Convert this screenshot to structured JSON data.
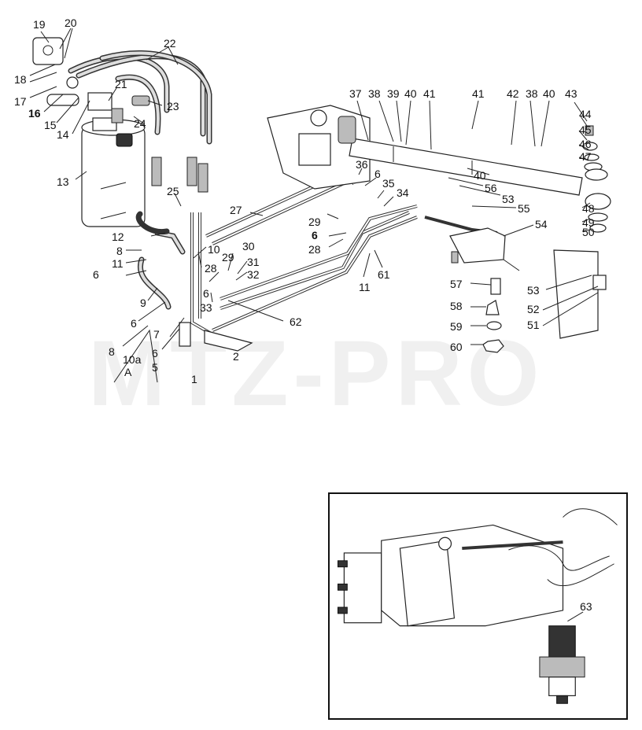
{
  "watermark": "MTZ-PRO",
  "view_marker": "A",
  "callouts": [
    "1",
    "2",
    "5",
    "6",
    "6",
    "6",
    "6",
    "6",
    "6",
    "7",
    "8",
    "8",
    "9",
    "10",
    "10a",
    "11",
    "11",
    "12",
    "13",
    "14",
    "15",
    "16",
    "17",
    "18",
    "19",
    "20",
    "21",
    "22",
    "23",
    "24",
    "25",
    "27",
    "28",
    "28",
    "29",
    "29",
    "30",
    "31",
    "32",
    "33",
    "34",
    "35",
    "36",
    "37",
    "38",
    "38",
    "39",
    "40",
    "40",
    "40",
    "41",
    "41",
    "42",
    "43",
    "44",
    "45",
    "46",
    "47",
    "48",
    "49",
    "50",
    "51",
    "52",
    "53",
    "53",
    "54",
    "55",
    "56",
    "57",
    "58",
    "59",
    "60",
    "61",
    "62"
  ],
  "inset": {
    "callout": "63"
  }
}
